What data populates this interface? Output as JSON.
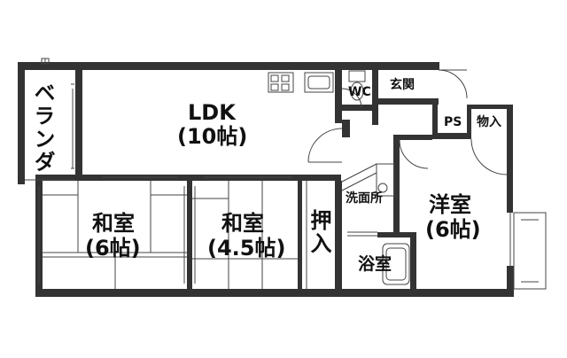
{
  "floorplan": {
    "rooms": {
      "veranda": "ベランダ",
      "ldk_name": "LDK",
      "ldk_size": "(10帖)",
      "washitsu1_name": "和室",
      "washitsu1_size": "(6帖)",
      "washitsu2_name": "和室",
      "washitsu2_size": "(4.5帖)",
      "oshiire": "押入",
      "senmenjo": "洗面所",
      "yokushitsu": "浴室",
      "wc": "WC",
      "genkan": "玄関",
      "ps": "PS",
      "mono": "物入",
      "youshitsu_name": "洋室",
      "youshitsu_size": "(6帖)"
    },
    "colors": {
      "wall": "#333333",
      "line": "#444444",
      "bg": "#ffffff"
    },
    "fixtures": [
      "kitchen-stove",
      "kitchen-sink",
      "toilet",
      "washbasin",
      "bathtub",
      "balcony-ac"
    ]
  }
}
